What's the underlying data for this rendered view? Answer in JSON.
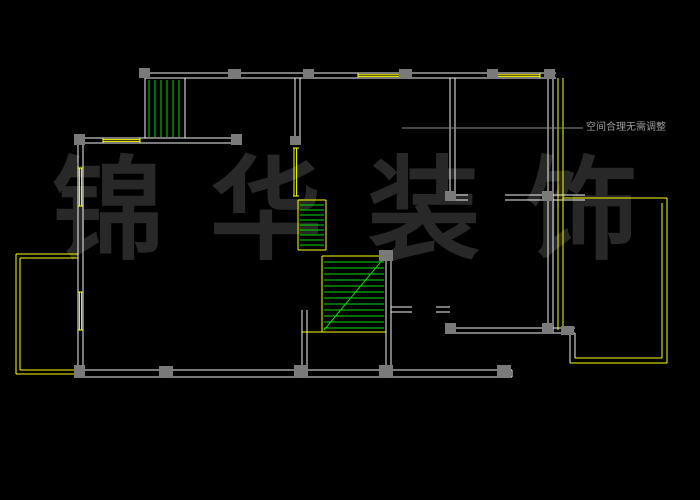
{
  "title": "residential-floor-plan-cad-drawing",
  "watermark": {
    "chars": [
      "锦",
      "华",
      "装",
      "饰"
    ]
  },
  "annotation": {
    "text": "空间合理无需调整"
  },
  "colors": {
    "background": "#000000",
    "wall": "#f2f2f2",
    "window": "#ffff00",
    "stairs": "#00dd00",
    "column": "#7a7a7a",
    "leader": "#8a8a8a",
    "watermark": "#282828",
    "annotation": "#9c9c9c"
  }
}
